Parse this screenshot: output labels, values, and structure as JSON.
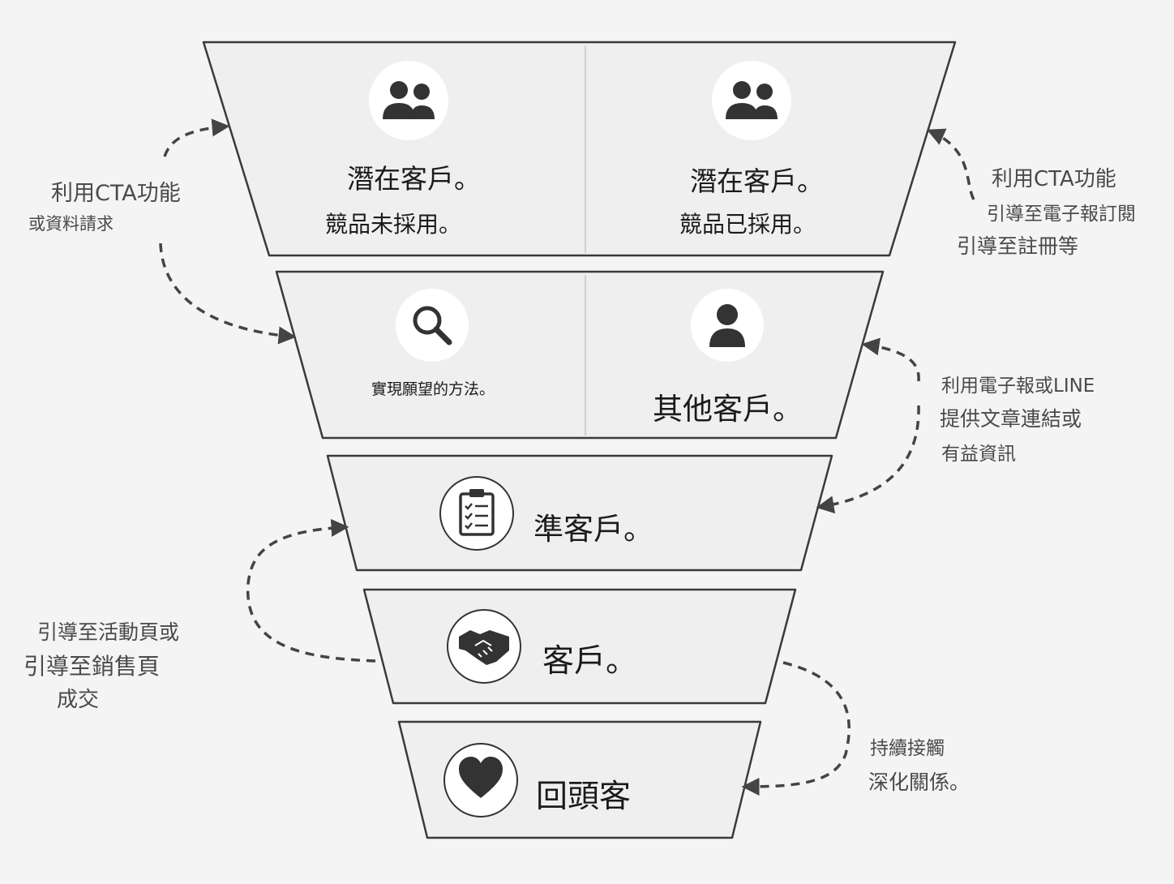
{
  "funnel": {
    "level1": {
      "left": {
        "title": "潛在客戶。",
        "subtitle": "競品未採用。",
        "icon": "people-icon"
      },
      "right": {
        "title": "潛在客戶。",
        "subtitle": "競品已採用。",
        "icon": "people-icon"
      }
    },
    "level2": {
      "left": {
        "title": "實現願望的方法。",
        "icon": "search-icon"
      },
      "right": {
        "title": "其他客戶。",
        "icon": "person-icon"
      }
    },
    "level3": {
      "title": "準客戶。",
      "icon": "clipboard-icon"
    },
    "level4": {
      "title": "客戶。",
      "icon": "handshake-icon"
    },
    "level5": {
      "title": "回頭客",
      "icon": "heart-icon"
    }
  },
  "side_notes": {
    "top_left": {
      "line1": "利用CTA功能",
      "line2": "或資料請求"
    },
    "top_right": {
      "line1": "利用CTA功能",
      "line2": "引導至電子報訂閱",
      "line3": "引導至註冊等"
    },
    "mid_right": {
      "line1": "利用電子報或LINE",
      "line2": "提供文章連結或",
      "line3": "有益資訊"
    },
    "mid_left": {
      "line1": "引導至活動頁或",
      "line2": "引導至銷售頁",
      "line3": "成交"
    },
    "bottom_right": {
      "line1": "持續接觸",
      "line2": "深化關係。"
    }
  },
  "colors": {
    "panel_fill": "#efefef",
    "panel_stroke": "#3a3a3a",
    "icon_dark": "#333333",
    "arrow": "#444444",
    "background": "#f4f4f4"
  }
}
